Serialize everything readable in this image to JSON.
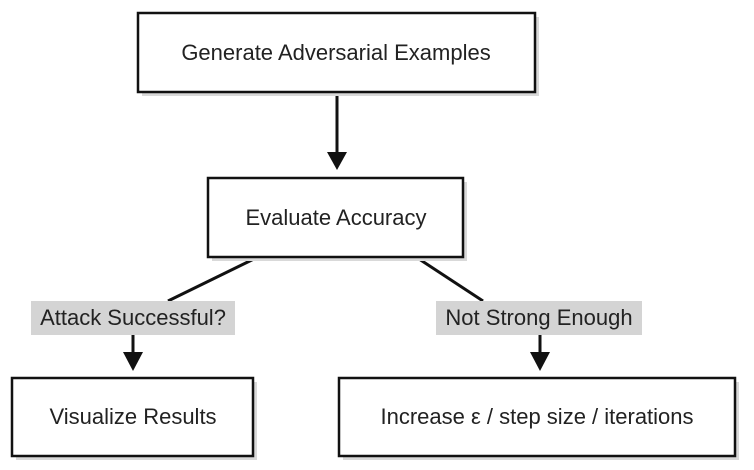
{
  "nodes": {
    "generate": {
      "label": "Generate Adversarial Examples"
    },
    "evaluate": {
      "label": "Evaluate Accuracy"
    },
    "visualize": {
      "label": "Visualize Results"
    },
    "increase": {
      "label": "Increase ε / step size / iterations"
    }
  },
  "edges": {
    "generate_to_evaluate": {
      "label": ""
    },
    "evaluate_to_visualize": {
      "label": "Attack Successful?"
    },
    "evaluate_to_increase": {
      "label": "Not Strong Enough"
    }
  },
  "colors": {
    "node_fill": "#ffffff",
    "node_stroke": "#111111",
    "node_shadow": "#d9d9d9",
    "edge_stroke": "#111111",
    "edge_label_bg": "#d4d4d4",
    "text": "#222222"
  }
}
